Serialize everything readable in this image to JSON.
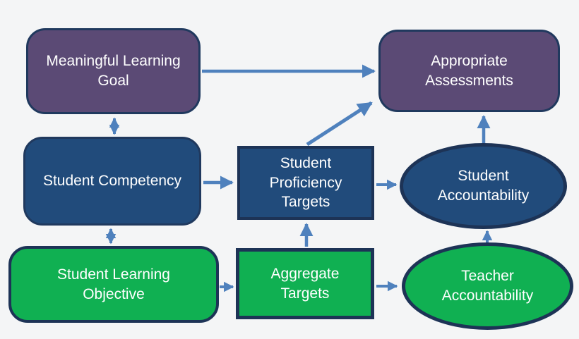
{
  "diagram": {
    "background": "#f4f5f6",
    "colors": {
      "purple": "#5b4a75",
      "blue": "#214b7b",
      "green": "#10b052",
      "border": "#20395e",
      "border_dark": "#1d3356",
      "arrow": "#4f81bd",
      "text": "#ffffff",
      "bg": "#f4f5f6"
    },
    "nodes": {
      "mlg": {
        "id": "meaningful-learning-goal",
        "label": "Meaningful Learning\nGoal",
        "shape": "rounded-rectangle",
        "fill": "purple"
      },
      "aa": {
        "id": "appropriate-assessments",
        "label": "Appropriate\nAssessments",
        "shape": "rounded-rectangle",
        "fill": "purple"
      },
      "sc": {
        "id": "student-competency",
        "label": "Student Competency",
        "shape": "rounded-rectangle",
        "fill": "blue"
      },
      "spt": {
        "id": "student-proficiency-targets",
        "label": "Student\nProficiency\nTargets",
        "shape": "rectangle",
        "fill": "blue"
      },
      "sa": {
        "id": "student-accountability",
        "label": "Student\nAccountability",
        "shape": "ellipse",
        "fill": "blue"
      },
      "slo": {
        "id": "student-learning-objective",
        "label": "Student Learning\nObjective",
        "shape": "rounded-rectangle",
        "fill": "green"
      },
      "at": {
        "id": "aggregate-targets",
        "label": "Aggregate\nTargets",
        "shape": "rectangle",
        "fill": "green"
      },
      "ta": {
        "id": "teacher-accountability",
        "label": "Teacher\nAccountability",
        "shape": "ellipse",
        "fill": "green"
      }
    },
    "edges": [
      {
        "from": "meaningful-learning-goal",
        "to": "appropriate-assessments",
        "style": "single"
      },
      {
        "from": "meaningful-learning-goal",
        "to": "student-competency",
        "style": "double"
      },
      {
        "from": "student-competency",
        "to": "student-proficiency-targets",
        "style": "single"
      },
      {
        "from": "student-competency",
        "to": "student-learning-objective",
        "style": "double"
      },
      {
        "from": "student-proficiency-targets",
        "to": "appropriate-assessments",
        "style": "single"
      },
      {
        "from": "student-proficiency-targets",
        "to": "student-accountability",
        "style": "single"
      },
      {
        "from": "aggregate-targets",
        "to": "student-proficiency-targets",
        "style": "single"
      },
      {
        "from": "student-learning-objective",
        "to": "aggregate-targets",
        "style": "single"
      },
      {
        "from": "aggregate-targets",
        "to": "teacher-accountability",
        "style": "single"
      },
      {
        "from": "teacher-accountability",
        "to": "student-accountability",
        "style": "single"
      },
      {
        "from": "student-accountability",
        "to": "appropriate-assessments",
        "style": "single"
      }
    ]
  }
}
